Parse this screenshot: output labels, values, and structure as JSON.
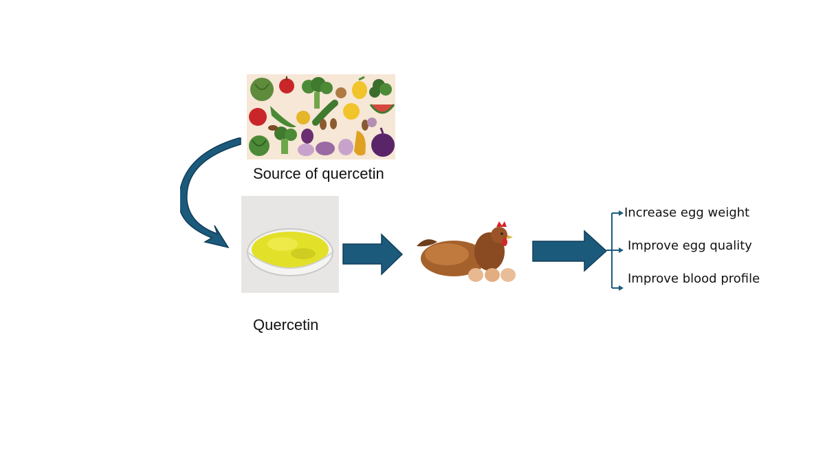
{
  "labels": {
    "source": "Source of quercetin",
    "quercetin": "Quercetin"
  },
  "outcomes": [
    "Increase egg weight",
    "Improve egg quality",
    "Improve blood profile"
  ],
  "colors": {
    "arrow": "#1c5a7c",
    "arrow_stroke": "#0f3d57",
    "powder": "#e3e02a",
    "hen": "#a5612c"
  },
  "icons": {
    "vegetables": "fruits-vegetables-illustration",
    "powder": "quercetin-powder-dish",
    "hen": "hen-with-eggs"
  }
}
